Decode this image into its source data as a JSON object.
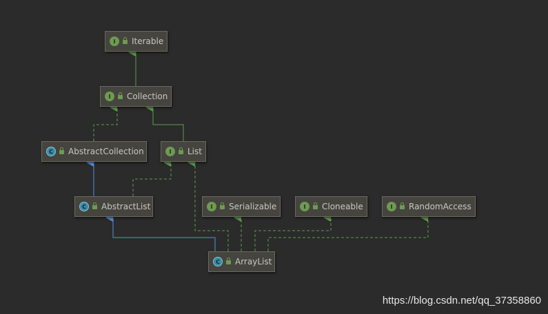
{
  "diagram": {
    "nodes": [
      {
        "id": "iterable",
        "kind": "interface",
        "badge": "I",
        "label": "Iterable"
      },
      {
        "id": "collection",
        "kind": "interface",
        "badge": "I",
        "label": "Collection"
      },
      {
        "id": "abstract-collection",
        "kind": "class",
        "badge": "C",
        "label": "AbstractCollection"
      },
      {
        "id": "list",
        "kind": "interface",
        "badge": "I",
        "label": "List"
      },
      {
        "id": "abstract-list",
        "kind": "class",
        "badge": "C",
        "label": "AbstractList"
      },
      {
        "id": "serializable",
        "kind": "interface",
        "badge": "I",
        "label": "Serializable"
      },
      {
        "id": "cloneable",
        "kind": "interface",
        "badge": "I",
        "label": "Cloneable"
      },
      {
        "id": "random-access",
        "kind": "interface",
        "badge": "I",
        "label": "RandomAccess"
      },
      {
        "id": "array-list",
        "kind": "class",
        "badge": "C",
        "label": "ArrayList"
      }
    ],
    "edges": [
      {
        "from": "collection",
        "to": "iterable",
        "type": "extends-interface"
      },
      {
        "from": "abstract-collection",
        "to": "collection",
        "type": "implements"
      },
      {
        "from": "list",
        "to": "collection",
        "type": "extends-interface"
      },
      {
        "from": "abstract-list",
        "to": "abstract-collection",
        "type": "extends-class"
      },
      {
        "from": "abstract-list",
        "to": "list",
        "type": "implements"
      },
      {
        "from": "array-list",
        "to": "abstract-list",
        "type": "extends-class"
      },
      {
        "from": "array-list",
        "to": "list",
        "type": "implements"
      },
      {
        "from": "array-list",
        "to": "serializable",
        "type": "implements"
      },
      {
        "from": "array-list",
        "to": "cloneable",
        "type": "implements"
      },
      {
        "from": "array-list",
        "to": "random-access",
        "type": "implements"
      }
    ],
    "colors": {
      "background": "#2b2b2b",
      "interface_edge": "#5e9e4c",
      "class_edge": "#5591e0"
    }
  },
  "watermark": "https://blog.csdn.net/qq_37358860"
}
